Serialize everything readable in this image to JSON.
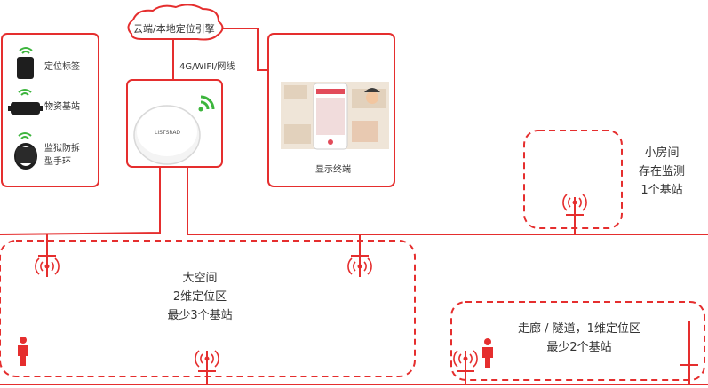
{
  "cloud": {
    "label": "云端/本地定位引擎"
  },
  "network": {
    "label": "4G/WIFI/网线"
  },
  "legend": {
    "items": [
      {
        "label": "定位标签"
      },
      {
        "label": "物资基站"
      },
      {
        "label_line1": "监狱防拆",
        "label_line2": "型手环"
      }
    ]
  },
  "gateway": {
    "brand": "LISTSRAD"
  },
  "display": {
    "label": "显示终端"
  },
  "zones": {
    "large": {
      "line1": "大空间",
      "line2": "2维定位区",
      "line3": "最少3个基站"
    },
    "small_room": {
      "line1": "小房间",
      "line2": "存在监测",
      "line3": "1个基站"
    },
    "corridor": {
      "line1": "走廊 / 隧道，1维定位区",
      "line2": "最少2个基站"
    }
  },
  "colors": {
    "accent": "#e52e2e",
    "signal": "#3db53d",
    "text": "#333333"
  }
}
